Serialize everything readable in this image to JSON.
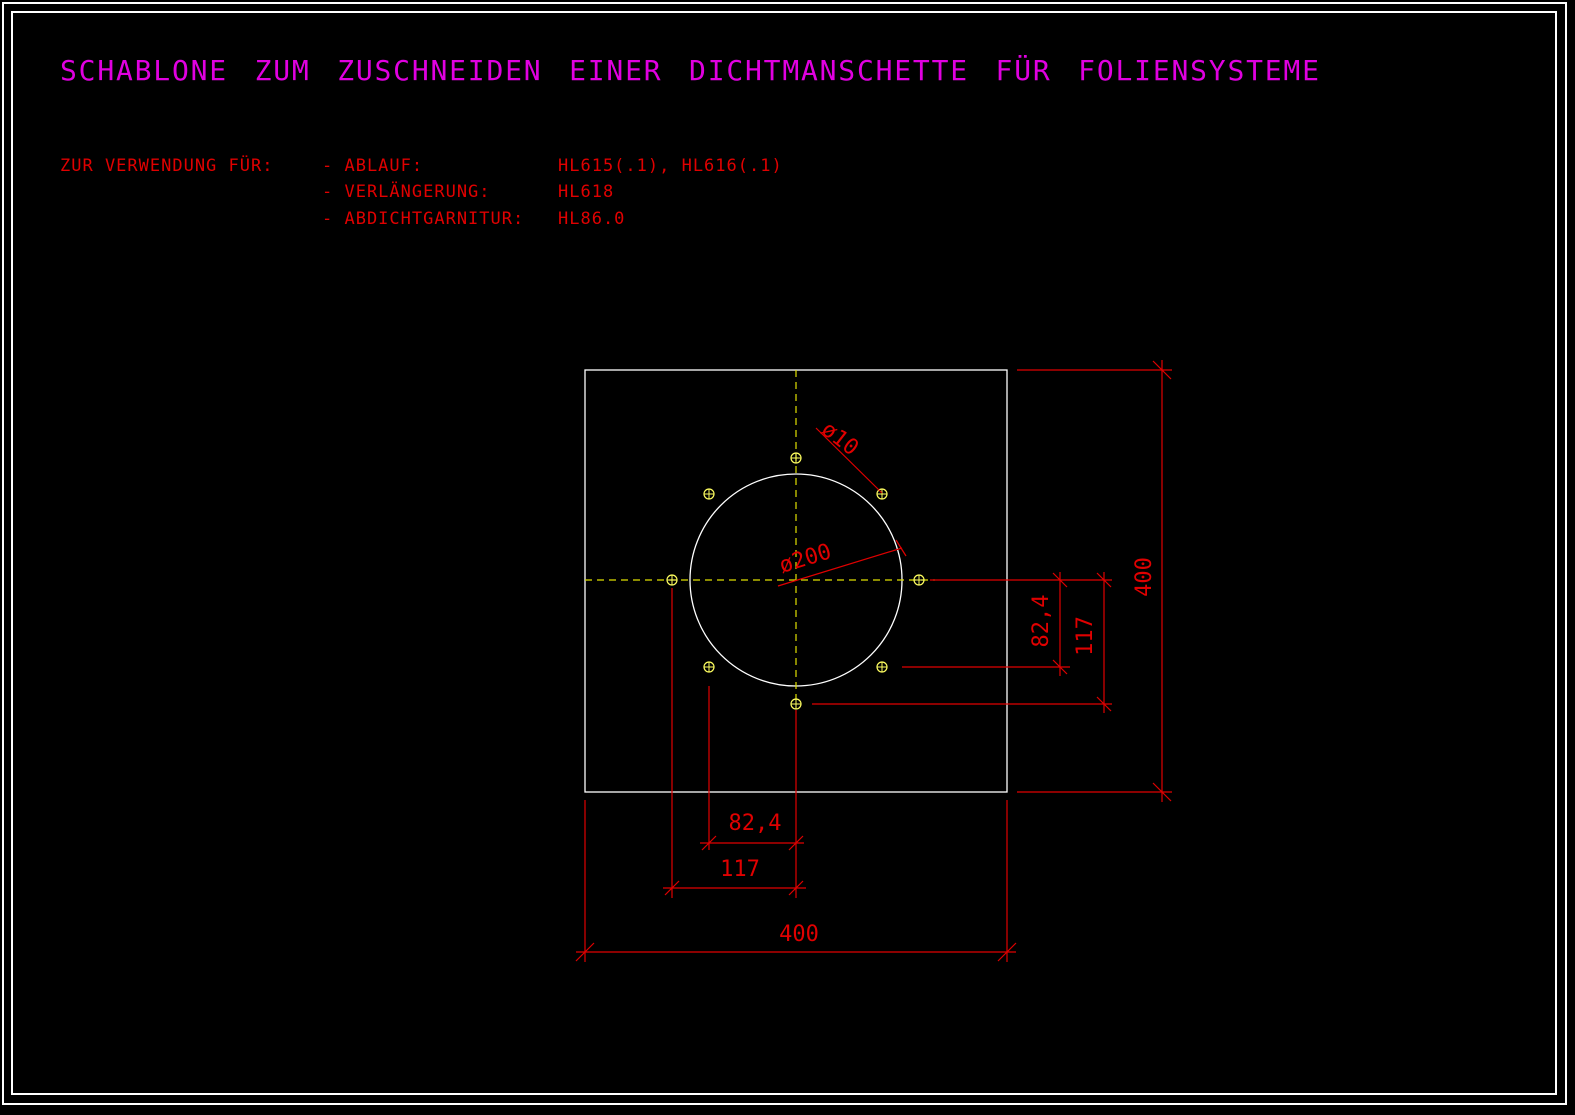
{
  "colors": {
    "background": "#000000",
    "frame": "#ffffff",
    "outline": "#ffffff",
    "title": "#e000e0",
    "dimension": "#e00000",
    "centerline": "#e0e000",
    "hole": "#ffff60"
  },
  "drawing": {
    "title": "SCHABLONE ZUM ZUSCHNEIDEN EINER DICHTMANSCHETTE FÜR FOLIENSYSTEME",
    "usage_label": "ZUR VERWENDUNG FÜR:",
    "usage": [
      {
        "item": "- ABLAUF:",
        "value": "HL615(.1), HL616(.1)"
      },
      {
        "item": "- VERLÄNGERUNG:",
        "value": "HL618"
      },
      {
        "item": "- ABDICHTGARNITUR:",
        "value": "HL86.0"
      }
    ]
  },
  "dimensions": {
    "hole_diameter": "ø10",
    "circle_diameter": "ø200",
    "offset_small_h": "82,4",
    "offset_large_h": "117",
    "width": "400",
    "offset_small_v": "82,4",
    "offset_large_v": "117",
    "height": "400"
  }
}
